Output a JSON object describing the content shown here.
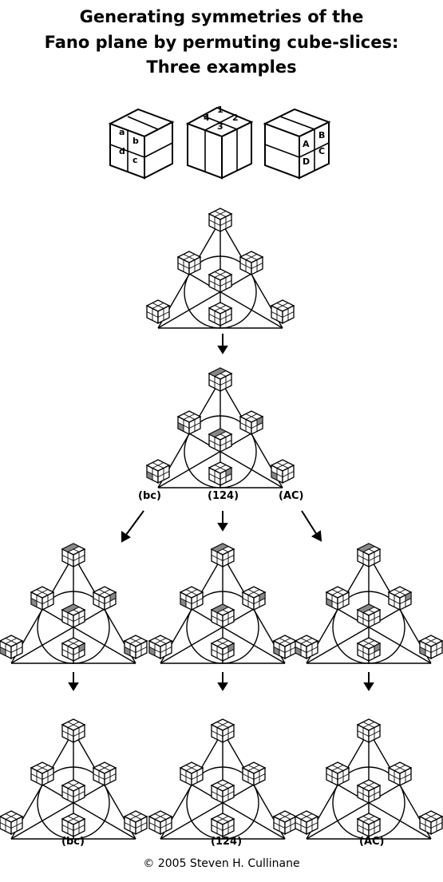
{
  "title": {
    "line1": "Generating symmetries of the",
    "line2": "Fano plane by permuting cube-slices:",
    "line3": "Three examples"
  },
  "legend_cubes": {
    "left_labels": [
      "a",
      "b",
      "d",
      "c"
    ],
    "middle_labels": [
      "1",
      "2",
      "4",
      "3"
    ],
    "right_labels": [
      "A",
      "B",
      "D",
      "C"
    ]
  },
  "permutations": {
    "left": "(bc)",
    "middle": "(124)",
    "right": "(AC)"
  },
  "bottom_labels": {
    "left": "(bc)",
    "middle": "(124)",
    "right": "(AC)"
  },
  "copyright": "© 2005 Steven H. Cullinane"
}
